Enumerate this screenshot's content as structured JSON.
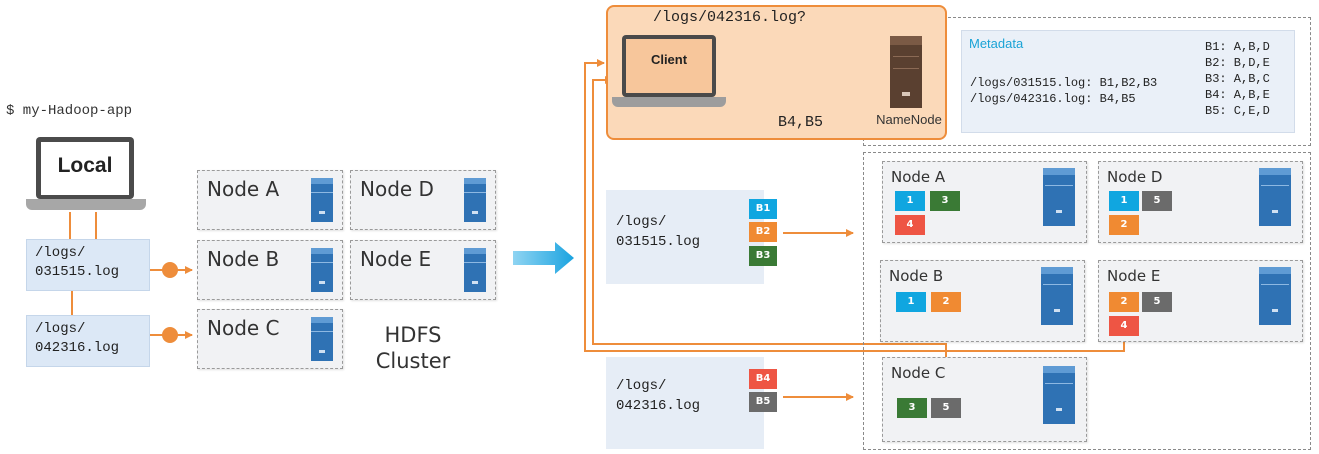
{
  "left": {
    "command": "$ my-Hadoop-app",
    "laptop_label": "Local",
    "files": [
      {
        "line1": "/logs/",
        "line2": "031515.log"
      },
      {
        "line1": "/logs/",
        "line2": "042316.log"
      }
    ],
    "nodes": [
      "Node A",
      "Node D",
      "Node B",
      "Node E",
      "Node C"
    ],
    "cluster_line1": "HDFS",
    "cluster_line2": "Cluster"
  },
  "right": {
    "query": "/logs/042316.log?",
    "client_label": "Client",
    "response": "B4,B5",
    "namenode_label": "NameNode",
    "metadata": {
      "title": "Metadata",
      "files": [
        "/logs/031515.log: B1,B2,B3",
        "/logs/042316.log: B4,B5"
      ],
      "blocks": [
        "B1: A,B,D",
        "B2: B,D,E",
        "B3: A,B,C",
        "B4: A,B,E",
        "B5: C,E,D"
      ]
    },
    "file_docs": [
      {
        "line1": "/logs/",
        "line2": "031515.log",
        "blocks": [
          "B1",
          "B2",
          "B3"
        ]
      },
      {
        "line1": "/logs/",
        "line2": "042316.log",
        "blocks": [
          "B4",
          "B5"
        ]
      }
    ],
    "nodes": [
      {
        "name": "Node A",
        "blocks": [
          "1",
          "3",
          "4"
        ]
      },
      {
        "name": "Node D",
        "blocks": [
          "1",
          "5",
          "2"
        ]
      },
      {
        "name": "Node B",
        "blocks": [
          "1",
          "2"
        ]
      },
      {
        "name": "Node E",
        "blocks": [
          "2",
          "5",
          "4"
        ]
      },
      {
        "name": "Node C",
        "blocks": [
          "3",
          "5"
        ]
      }
    ]
  },
  "colors": {
    "block1": "#10a6e0",
    "block2": "#f08a32",
    "block3": "#3a7a35",
    "block4": "#ee5544",
    "block5": "#6b6b6b",
    "arrow": "#ee8d3b",
    "client_panel": "#fbd9b9",
    "metadata_title": "#1aa3d6"
  }
}
